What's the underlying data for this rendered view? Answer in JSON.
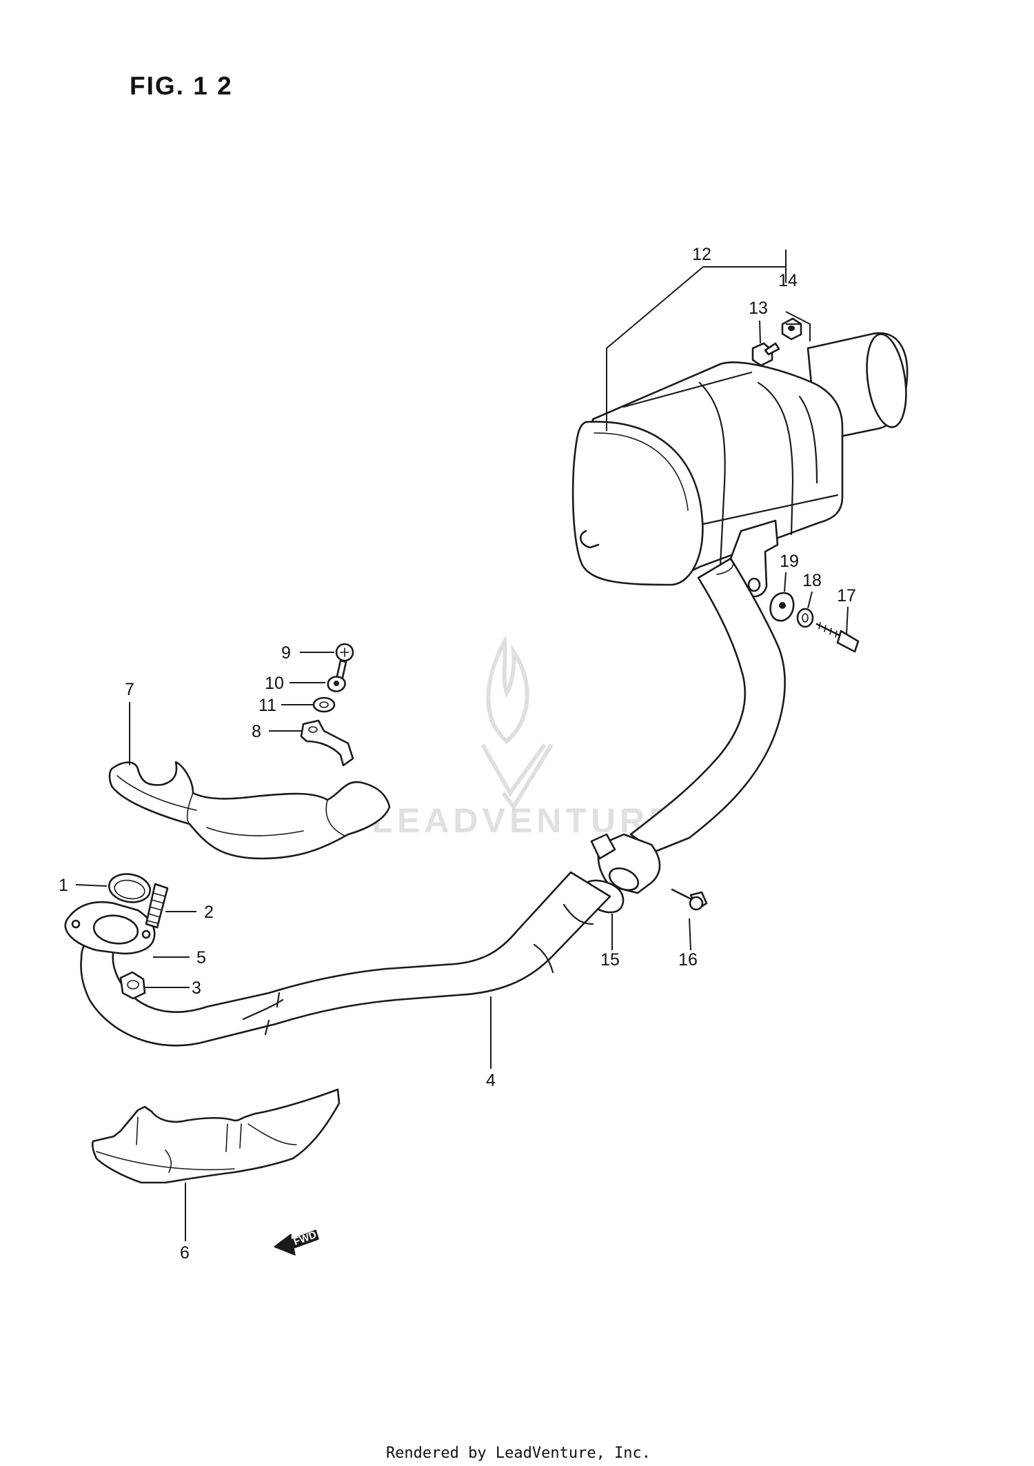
{
  "figure": {
    "title": "FIG. 1 2"
  },
  "callouts": [
    {
      "id": "1",
      "label": "1"
    },
    {
      "id": "2",
      "label": "2"
    },
    {
      "id": "3",
      "label": "3"
    },
    {
      "id": "4",
      "label": "4"
    },
    {
      "id": "5",
      "label": "5"
    },
    {
      "id": "6",
      "label": "6"
    },
    {
      "id": "7",
      "label": "7"
    },
    {
      "id": "8",
      "label": "8"
    },
    {
      "id": "9",
      "label": "9"
    },
    {
      "id": "10",
      "label": "10"
    },
    {
      "id": "11",
      "label": "11"
    },
    {
      "id": "12",
      "label": "12"
    },
    {
      "id": "13",
      "label": "13"
    },
    {
      "id": "14",
      "label": "14"
    },
    {
      "id": "15",
      "label": "15"
    },
    {
      "id": "16",
      "label": "16"
    },
    {
      "id": "17",
      "label": "17"
    },
    {
      "id": "18",
      "label": "18"
    },
    {
      "id": "19",
      "label": "19"
    }
  ],
  "direction_marker": {
    "label": "FWD"
  },
  "watermark": {
    "brand": "LEADVENTURE"
  },
  "footer": {
    "credit": "Rendered by LeadVenture, Inc."
  }
}
